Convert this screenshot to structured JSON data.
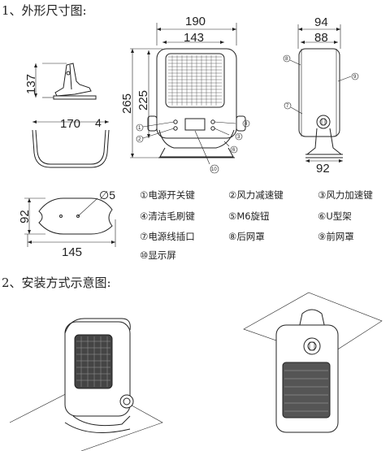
{
  "headings": {
    "dimensions": "1、外形尺寸图:",
    "installation": "2、安装方式示意图:"
  },
  "dimension_labels": {
    "front_width_outer": "190",
    "front_width_inner": "143",
    "front_height_total": "265",
    "front_height_body": "225",
    "side_depth_outer": "94",
    "side_depth_inner": "88",
    "side_base": "92",
    "bracket_height": "137",
    "bracket_width": "170",
    "bracket_thickness": "4",
    "base_width": "145",
    "base_depth": "92",
    "base_hole": "∅5"
  },
  "callout_numbers": [
    "1",
    "2",
    "3",
    "4",
    "5",
    "6",
    "7",
    "8",
    "9",
    "10"
  ],
  "legend": [
    {
      "num": "①",
      "label": "电源开关键"
    },
    {
      "num": "②",
      "label": "风力减速键"
    },
    {
      "num": "③",
      "label": "风力加速键"
    },
    {
      "num": "④",
      "label": "清洁毛刷键"
    },
    {
      "num": "⑤",
      "label": "M6旋钮"
    },
    {
      "num": "⑥",
      "label": "U型架"
    },
    {
      "num": "⑦",
      "label": "电源线插口"
    },
    {
      "num": "⑧",
      "label": "后网罩"
    },
    {
      "num": "⑨",
      "label": "前网罩"
    },
    {
      "num": "⑩",
      "label": "显示屏"
    }
  ]
}
